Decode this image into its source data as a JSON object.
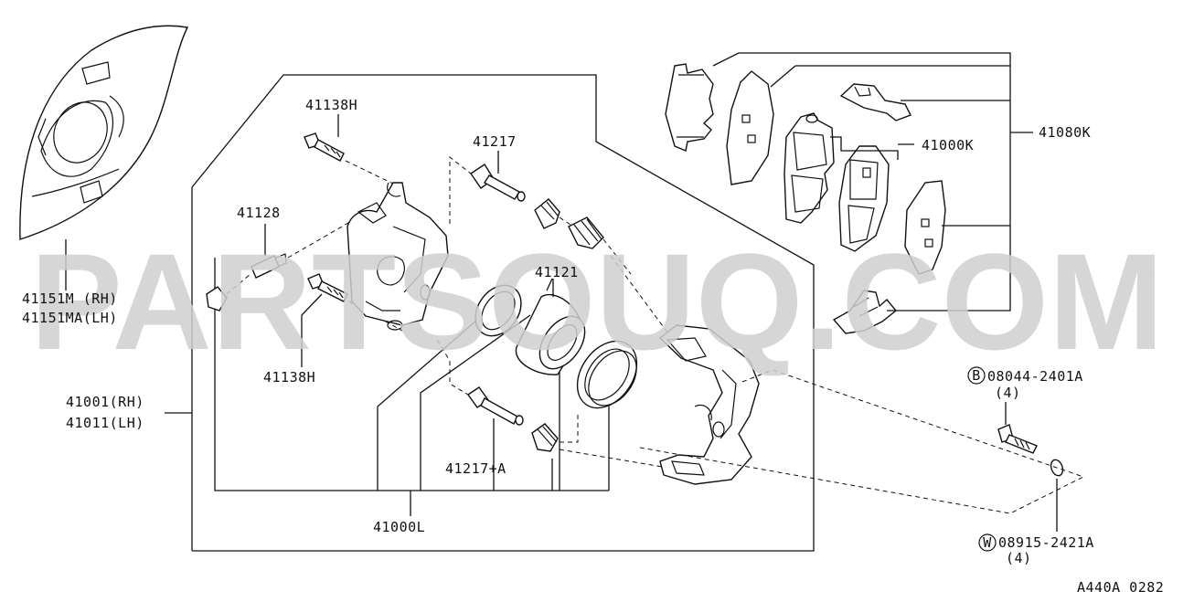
{
  "watermark": "PARTSOUQ.COM",
  "figure_code": "A440A 0282",
  "labels": {
    "l41138h_top": "41138H",
    "l41217": "41217",
    "l41128": "41128",
    "l41121": "41121",
    "l41138h_bottom": "41138H",
    "l41217a": "41217+A",
    "l41000l": "41000L",
    "l41001_rh": "41001(RH)",
    "l41011_lh": "41011(LH)",
    "l41151m_rh": "41151M (RH)",
    "l41151ma_lh": "41151MA(LH)",
    "l41000k": "41000K",
    "l41080k": "41080K",
    "bolt_code": "08044-2401A",
    "bolt_qty": "(4)",
    "bolt_marker": "B",
    "washer_code": "08915-2421A",
    "washer_qty": "(4)",
    "washer_marker": "W"
  }
}
